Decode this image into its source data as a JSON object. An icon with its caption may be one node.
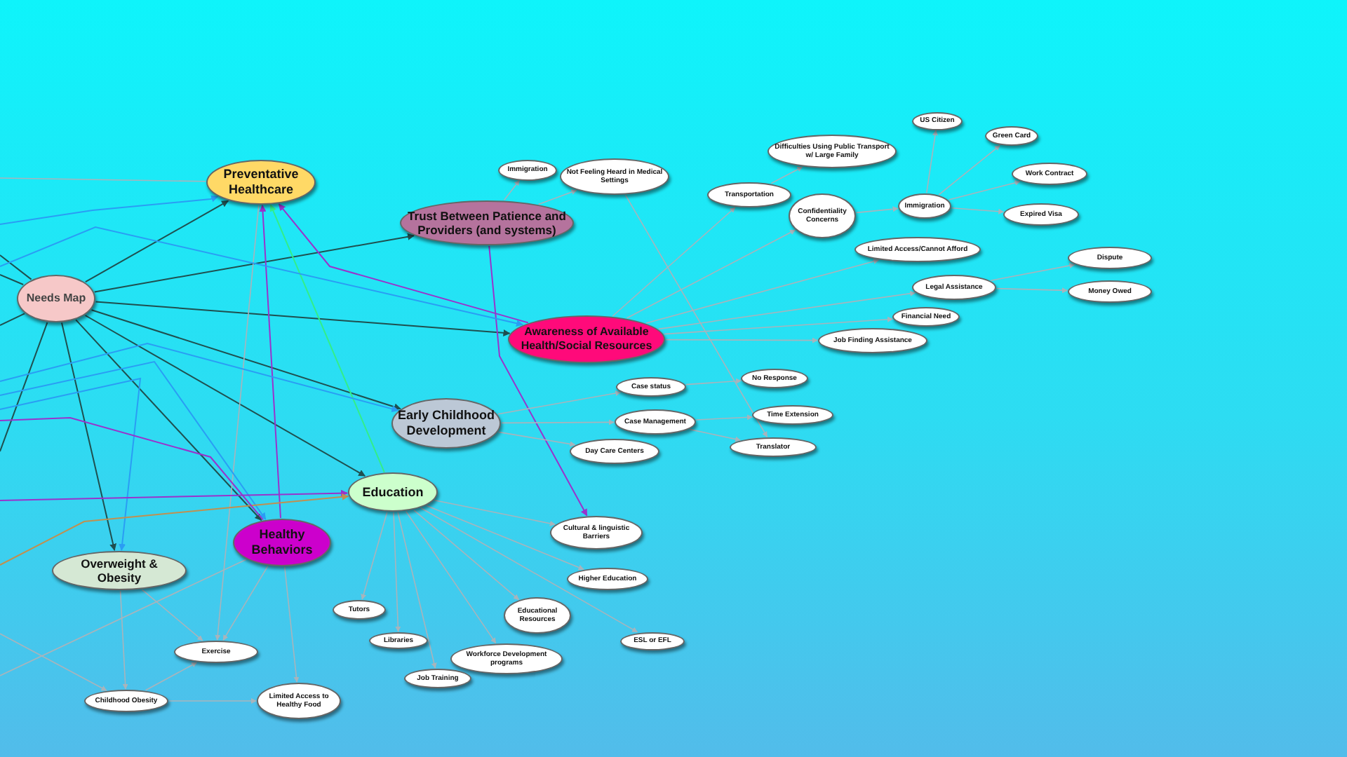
{
  "diagram": {
    "nodes": [
      {
        "text": [
          "Needs Map"
        ]
      },
      {
        "text": [
          "Preventative Healthcare"
        ]
      },
      {
        "text": [
          "Trust Between Patience and Providers (and systems)"
        ]
      },
      {
        "text": [
          "Awareness of Available Health/Social Resources"
        ]
      },
      {
        "text": [
          "Early Childhood Development"
        ]
      },
      {
        "text": [
          "Education"
        ]
      },
      {
        "text": [
          "Healthy Behaviors"
        ]
      },
      {
        "text": [
          "Overweight & Obesity"
        ]
      },
      {
        "text": [
          "Immigration"
        ]
      },
      {
        "text": [
          "Not Feeling Heard in Medical Settings"
        ]
      },
      {
        "text": [
          "Difficulties Using Public Transport w/ Large Family"
        ]
      },
      {
        "text": [
          "Transportation"
        ]
      },
      {
        "text": [
          "Confidentiality Concerns"
        ]
      },
      {
        "text": [
          "Immigration"
        ]
      },
      {
        "text": [
          "US Citizen"
        ]
      },
      {
        "text": [
          "Green Card"
        ]
      },
      {
        "text": [
          "Work Contract"
        ]
      },
      {
        "text": [
          "Expired Visa"
        ]
      },
      {
        "text": [
          "Limited Access/Cannot Afford"
        ]
      },
      {
        "text": [
          "Legal Assistance"
        ]
      },
      {
        "text": [
          "Dispute"
        ]
      },
      {
        "text": [
          "Money Owed"
        ]
      },
      {
        "text": [
          "Financial Need"
        ]
      },
      {
        "text": [
          "Job Finding Assistance"
        ]
      },
      {
        "text": [
          "Case status"
        ]
      },
      {
        "text": [
          "No Response"
        ]
      },
      {
        "text": [
          "Case Management"
        ]
      },
      {
        "text": [
          "Time Extension"
        ]
      },
      {
        "text": [
          "Day Care Centers"
        ]
      },
      {
        "text": [
          "Translator"
        ]
      },
      {
        "text": [
          "Cultural & linguistic Barriers"
        ]
      },
      {
        "text": [
          "Higher Education"
        ]
      },
      {
        "text": [
          "Tutors"
        ]
      },
      {
        "text": [
          "Educational Resources"
        ]
      },
      {
        "text": [
          "Libraries"
        ]
      },
      {
        "text": [
          "ESL or EFL"
        ]
      },
      {
        "text": [
          "Workforce Development programs"
        ]
      },
      {
        "text": [
          "Job Training"
        ]
      },
      {
        "text": [
          "Exercise"
        ]
      },
      {
        "text": [
          "Childhood Obesity"
        ]
      },
      {
        "text": [
          "Limited Access to Healthy Food"
        ]
      }
    ],
    "edges": [
      {
        "from": 0,
        "to": 1,
        "arrow": "to",
        "color": "#1f4f4f"
      },
      {
        "from": 0,
        "to": 2,
        "arrow": "to",
        "color": "#1f4f4f"
      },
      {
        "from": 0,
        "to": 3,
        "arrow": "to",
        "color": "#1f4f4f"
      },
      {
        "from": 0,
        "to": 4,
        "arrow": "to",
        "color": "#1f4f4f"
      },
      {
        "from": 0,
        "to": 5,
        "arrow": "to",
        "color": "#1f4f4f"
      },
      {
        "from": 0,
        "to": 7,
        "arrow": "to",
        "color": "#1f4f4f"
      },
      {
        "from": 0,
        "to": 6,
        "arrow": "to",
        "color": "#1f4f4f"
      },
      {
        "from": 0,
        "to": null,
        "arrow": "none",
        "color": "#1f4f4f"
      },
      {
        "from": 0,
        "to": null,
        "arrow": "none",
        "color": "#1f4f4f"
      },
      {
        "from": 0,
        "to": null,
        "arrow": "none",
        "color": "#1f4f4f"
      },
      {
        "from": 0,
        "to": null,
        "arrow": "none",
        "color": "#1f4f4f"
      },
      {
        "from": 3,
        "to": 1,
        "arrow": "to",
        "color": "#9933cc"
      },
      {
        "from": 6,
        "to": 1,
        "arrow": "to",
        "color": "#9933cc"
      },
      {
        "from": 5,
        "to": 1,
        "arrow": "to",
        "color": "#33ee88"
      },
      {
        "from": 2,
        "to": 30,
        "arrow": "to",
        "color": "#9933cc"
      },
      {
        "from": 1,
        "to": 38,
        "arrow": "to"
      },
      {
        "from": 2,
        "to": 8,
        "arrow": "to"
      },
      {
        "from": 2,
        "to": 9,
        "arrow": "to"
      },
      {
        "from": 9,
        "to": 29,
        "arrow": "to"
      },
      {
        "from": 3,
        "to": 11,
        "arrow": "to"
      },
      {
        "from": 3,
        "to": 12,
        "arrow": "to"
      },
      {
        "from": 3,
        "to": 18,
        "arrow": "to"
      },
      {
        "from": 3,
        "to": 19,
        "arrow": "to"
      },
      {
        "from": 3,
        "to": 22,
        "arrow": "to"
      },
      {
        "from": 3,
        "to": 23,
        "arrow": "to"
      },
      {
        "from": 11,
        "to": 10,
        "arrow": "to"
      },
      {
        "from": 12,
        "to": 13,
        "arrow": "to"
      },
      {
        "from": 13,
        "to": 14,
        "arrow": "to"
      },
      {
        "from": 13,
        "to": 15,
        "arrow": "to"
      },
      {
        "from": 13,
        "to": 16,
        "arrow": "to"
      },
      {
        "from": 13,
        "to": 17,
        "arrow": "to"
      },
      {
        "from": 19,
        "to": 20,
        "arrow": "to"
      },
      {
        "from": 19,
        "to": 21,
        "arrow": "to"
      },
      {
        "from": 4,
        "to": 24,
        "arrow": "to"
      },
      {
        "from": 4,
        "to": 26,
        "arrow": "to"
      },
      {
        "from": 4,
        "to": 28,
        "arrow": "to"
      },
      {
        "from": 24,
        "to": 25,
        "arrow": "to"
      },
      {
        "from": 26,
        "to": 27,
        "arrow": "to"
      },
      {
        "from": 26,
        "to": 29,
        "arrow": "to"
      },
      {
        "from": 5,
        "to": 32,
        "arrow": "to"
      },
      {
        "from": 5,
        "to": 34,
        "arrow": "to"
      },
      {
        "from": 5,
        "to": 37,
        "arrow": "to"
      },
      {
        "from": 5,
        "to": 36,
        "arrow": "to"
      },
      {
        "from": 5,
        "to": 33,
        "arrow": "to"
      },
      {
        "from": 5,
        "to": 30,
        "arrow": "to"
      },
      {
        "from": 5,
        "to": 31,
        "arrow": "to"
      },
      {
        "from": 5,
        "to": 35,
        "arrow": "to"
      },
      {
        "from": 6,
        "to": 38,
        "arrow": "to"
      },
      {
        "from": 6,
        "to": 40,
        "arrow": "to"
      },
      {
        "from": 7,
        "to": 38,
        "arrow": "to"
      },
      {
        "from": 7,
        "to": 39,
        "arrow": "to"
      },
      {
        "from": 39,
        "to": 38,
        "arrow": "to"
      },
      {
        "from": 39,
        "to": 40,
        "arrow": "to"
      },
      {
        "from": null,
        "to": 1,
        "arrow": "none"
      },
      {
        "from": null,
        "to": 1,
        "arrow": "to",
        "color": "#2a9df4"
      },
      {
        "from": null,
        "to": 3,
        "arrow": "to",
        "color": "#2a9df4"
      },
      {
        "from": null,
        "to": 4,
        "arrow": "to",
        "color": "#2a9df4"
      },
      {
        "from": null,
        "to": 7,
        "arrow": "to",
        "color": "#2a9df4"
      },
      {
        "from": null,
        "to": 6,
        "arrow": "to",
        "color": "#2a9df4"
      },
      {
        "from": null,
        "to": 5,
        "arrow": "to",
        "color": "#9933cc"
      },
      {
        "from": null,
        "to": 5,
        "arrow": "to",
        "color": "#c09050"
      },
      {
        "from": null,
        "to": 6,
        "arrow": "none",
        "color": "#9933cc"
      },
      {
        "from": null,
        "to": 39,
        "arrow": "to"
      },
      {
        "from": 6,
        "to": null,
        "arrow": "none"
      }
    ]
  }
}
